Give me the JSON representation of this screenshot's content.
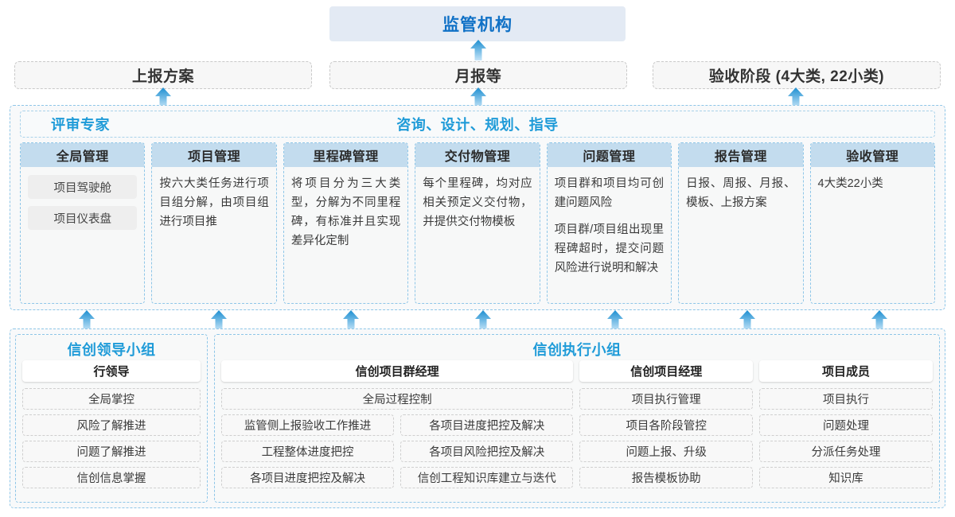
{
  "regulator": {
    "label": "监管机构"
  },
  "reports": [
    {
      "label": "上报方案"
    },
    {
      "label": "月报等"
    },
    {
      "label": "验收阶段 (4大类, 22小类)"
    }
  ],
  "middle": {
    "header_left": "评审专家",
    "header_center": "咨询、设计、规划、指导",
    "columns": [
      {
        "title": "全局管理",
        "pills": [
          "项目驾驶舱",
          "项目仪表盘"
        ],
        "paragraphs": []
      },
      {
        "title": "项目管理",
        "pills": [],
        "paragraphs": [
          "按六大类任务进行项目组分解，由项目组进行项目推"
        ]
      },
      {
        "title": "里程碑管理",
        "pills": [],
        "paragraphs": [
          "将项目分为三大类型，分解为不同里程碑，有标准并且实现差异化定制"
        ]
      },
      {
        "title": "交付物管理",
        "pills": [],
        "paragraphs": [
          "每个里程碑，均对应相关预定义交付物，并提供交付物模板"
        ]
      },
      {
        "title": "问题管理",
        "pills": [],
        "paragraphs": [
          "项目群和项目均可创建问题风险",
          "项目群/项目组出现里程碑超时，提交问题风险进行说明和解决"
        ]
      },
      {
        "title": "报告管理",
        "pills": [],
        "paragraphs": [
          "日报、周报、月报、模板、上报方案"
        ]
      },
      {
        "title": "验收管理",
        "pills": [],
        "paragraphs": [
          "4大类22小类"
        ]
      }
    ]
  },
  "bottom": {
    "left_group": {
      "title": "信创领导小组",
      "role": "行领导",
      "tasks": [
        "全局掌控",
        "风险了解推进",
        "问题了解推进",
        "信创信息掌握"
      ]
    },
    "right_group": {
      "title": "信创执行小组",
      "roles": [
        {
          "role": "信创项目群经理",
          "full_task": "全局过程控制",
          "tasks_left": [
            "监管侧上报验收工作推进",
            "工程整体进度把控",
            "各项目进度把控及解决"
          ],
          "tasks_right": [
            "各项目进度把控及解决",
            "各项目风险把控及解决",
            "信创工程知识库建立与迭代"
          ]
        },
        {
          "role": "信创项目经理",
          "tasks": [
            "项目执行管理",
            "项目各阶段管控",
            "问题上报、升级",
            "报告模板协助"
          ]
        },
        {
          "role": "项目成员",
          "tasks": [
            "项目执行",
            "问题处理",
            "分派任务处理",
            "知识库"
          ]
        }
      ]
    }
  },
  "colors": {
    "accent_blue": "#1f9bd8",
    "title_blue": "#1071c6",
    "header_fill": "#c3dcee",
    "regulator_fill": "#e3eaf4",
    "arrow_top": "#1d8fd1",
    "arrow_bottom": "#bfe2f6"
  },
  "arrows": {
    "to_regulator_count": 1,
    "to_reports_count": 3,
    "to_middle_count": 7
  }
}
